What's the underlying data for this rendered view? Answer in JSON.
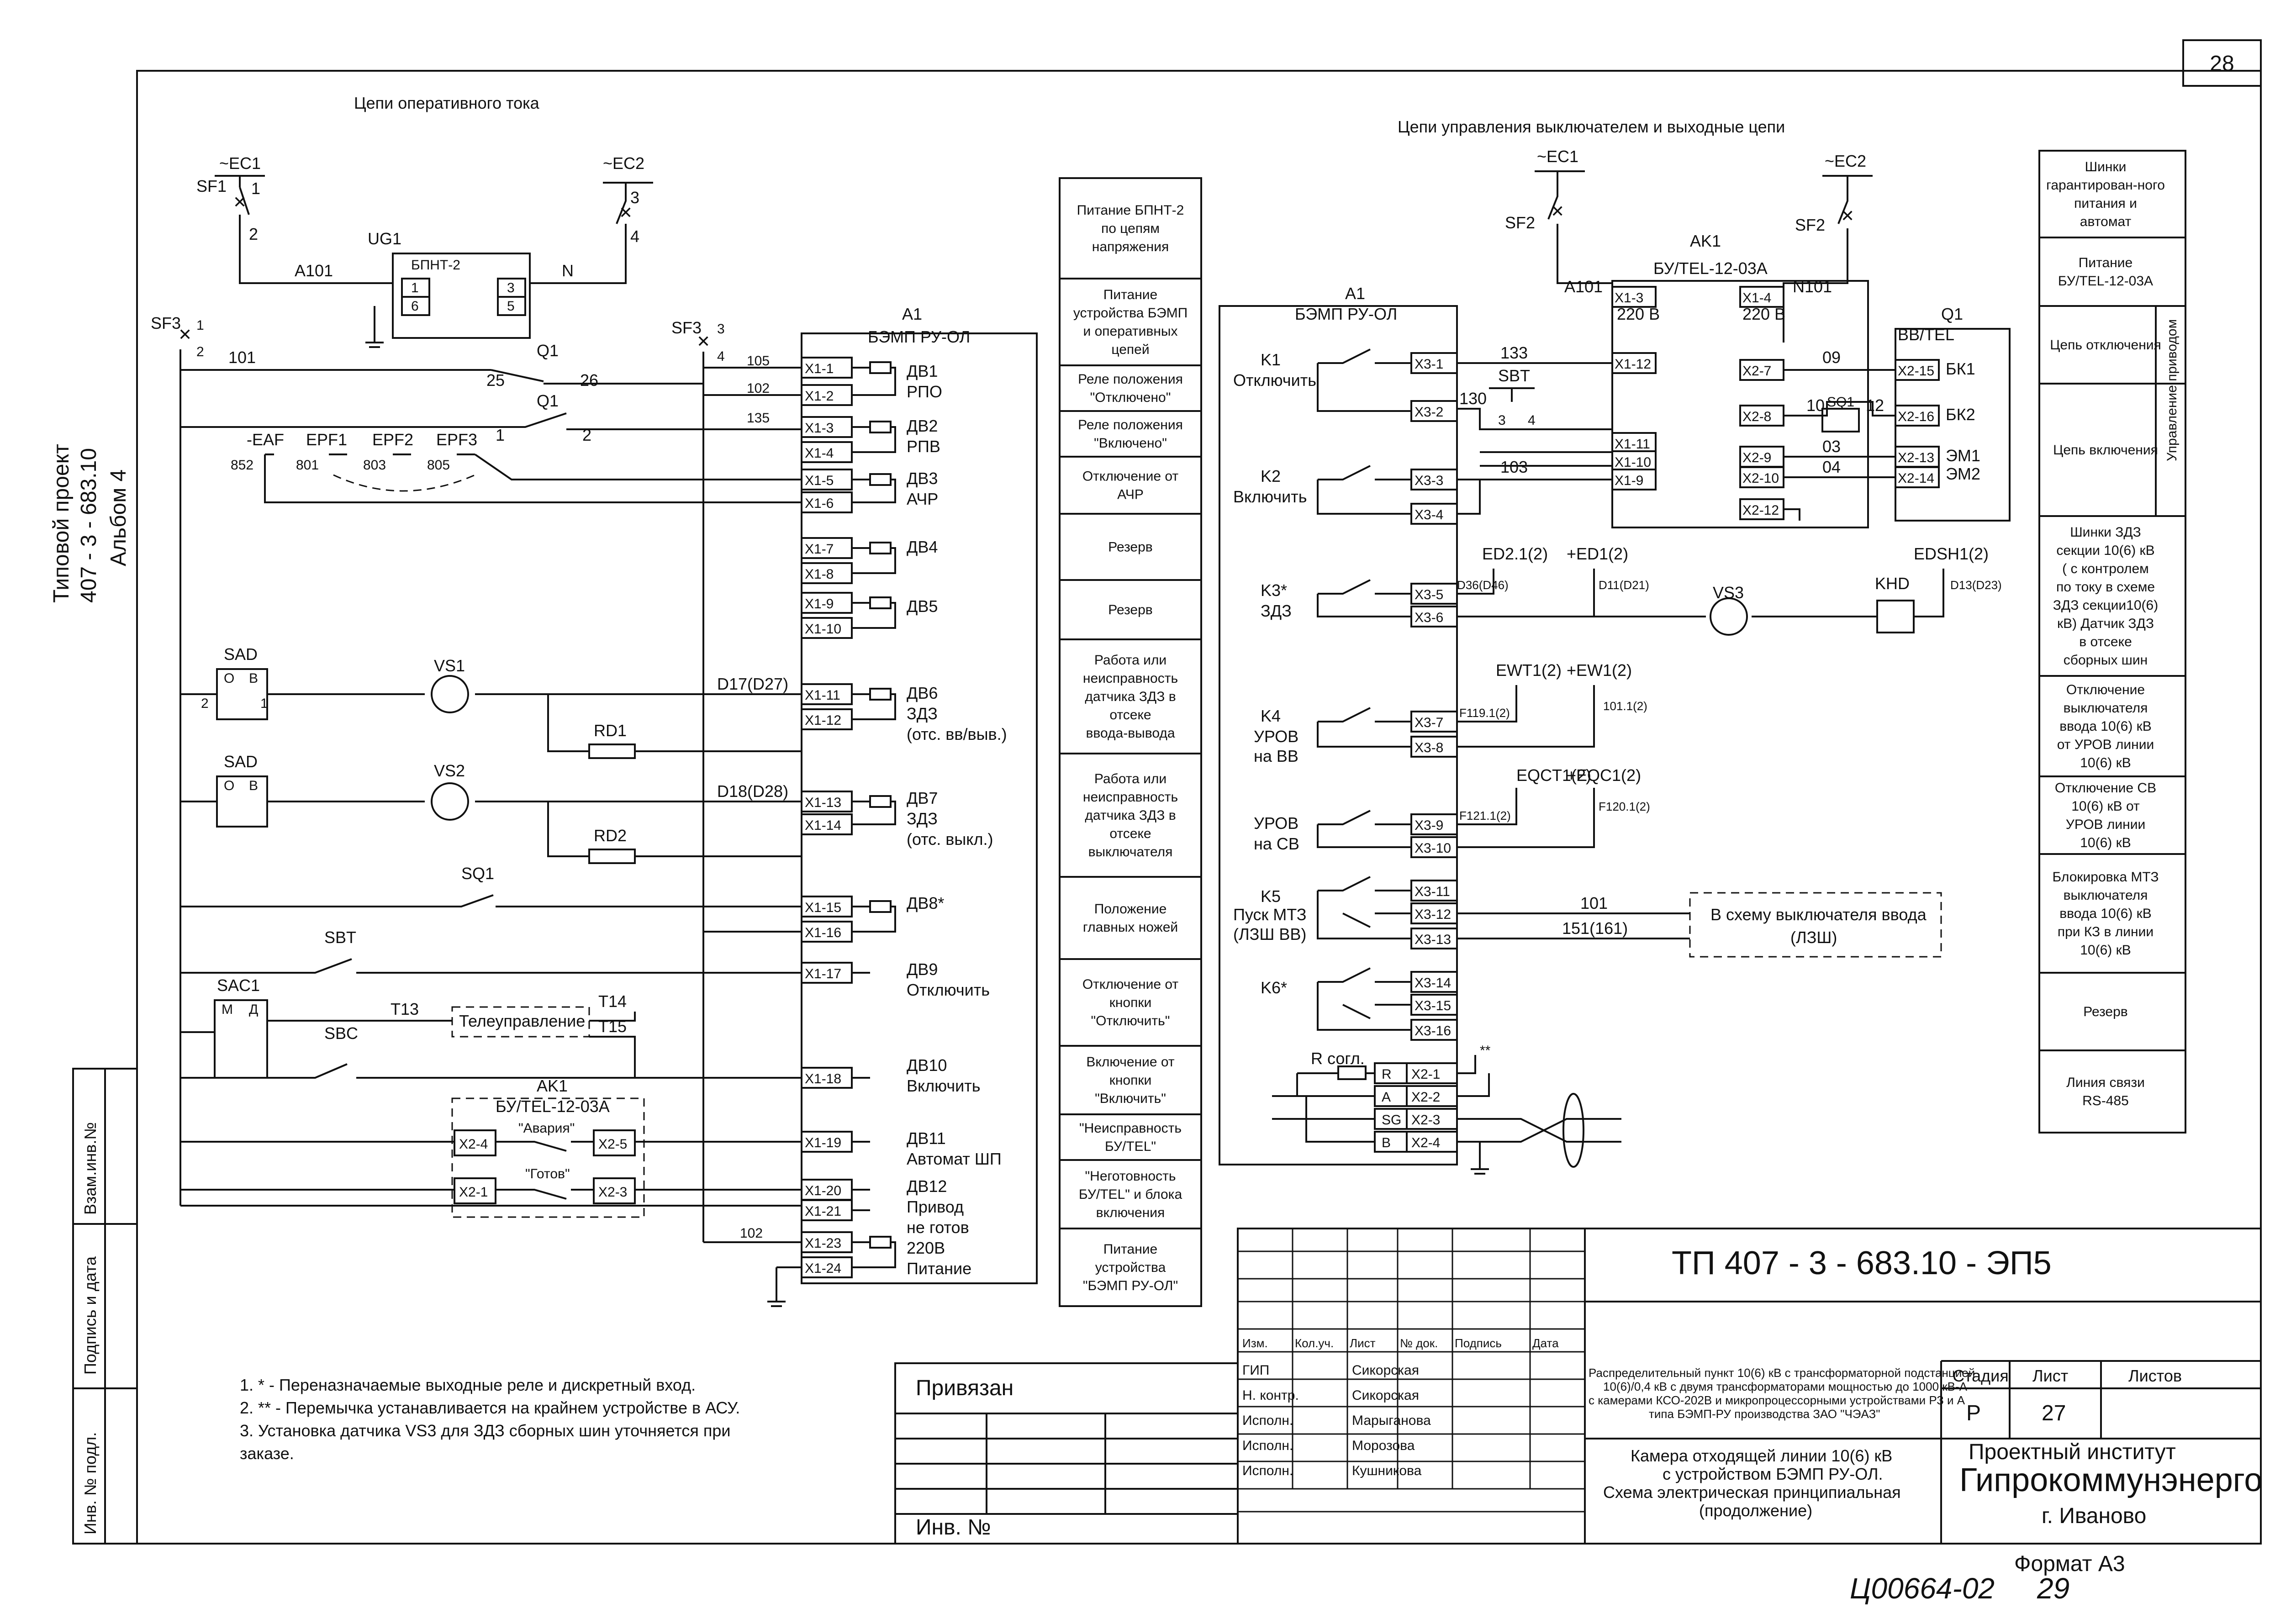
{
  "sheet_number": "28",
  "side_stamp": {
    "line1": "Типовой проект",
    "line2": "407 - 3 - 683.10",
    "line3": "Альбом 4"
  },
  "section_titles": {
    "left": "Цепи оперативного тока",
    "right": "Цепи управления выключателем и выходные цепи"
  },
  "left_circuit": {
    "ec1": "~EC1",
    "ec2": "~EC2",
    "sf1": "SF1",
    "sf3": "SF3",
    "ug1": "UG1",
    "bpnt": "БПНТ-2",
    "a101": "A101",
    "n": "N",
    "w101": "101",
    "q1": "Q1",
    "n25": "25",
    "n26": "26",
    "n1": "1",
    "n2": "2",
    "n3": "3",
    "n4": "4",
    "n5": "5",
    "n6": "6",
    "eaf": "-EAF",
    "epf1": "EPF1",
    "epf2": "EPF2",
    "epf3": "EPF3",
    "n852": "852",
    "n801": "801",
    "n803": "803",
    "n805": "805",
    "w105": "105",
    "w102": "102",
    "w135": "135",
    "sad": "SAD",
    "sad_o": "O",
    "sad_b": "B",
    "vs1": "VS1",
    "vs2": "VS2",
    "rd1": "RD1",
    "rd2": "RD2",
    "d17": "D17(D27)",
    "d18": "D18(D28)",
    "sq1": "SQ1",
    "sbt": "SBT",
    "sbc": "SBC",
    "sac1": "SAC1",
    "sac_m": "М",
    "sac_d": "Д",
    "t13": "T13",
    "t14": "T14",
    "t15": "T15",
    "teleupr": "Телеуправление",
    "ak1": "AK1",
    "butel": "БУ/TEL-12-03A",
    "x24": "X2-4",
    "x25": "X2-5",
    "x21": "X2-1",
    "x23": "X2-3",
    "avaria": "\"Авария\"",
    "gotov": "\"Готов\"",
    "w102b": "102"
  },
  "a1_left": {
    "title": "A1",
    "subtitle": "БЭМП РУ-ОЛ",
    "terminals": [
      "X1-1",
      "X1-2",
      "X1-3",
      "X1-4",
      "X1-5",
      "X1-6",
      "X1-7",
      "X1-8",
      "X1-9",
      "X1-10",
      "X1-11",
      "X1-12",
      "X1-13",
      "X1-14",
      "X1-15",
      "X1-16",
      "X1-17",
      "X1-18",
      "X1-19",
      "X1-20",
      "X1-21",
      "X1-23",
      "X1-24"
    ],
    "labels": [
      "ДВ1",
      "РПО",
      "ДВ2",
      "РПВ",
      "ДВ3",
      "АЧР",
      "ДВ4",
      "ДВ5",
      "ДВ6",
      "ЗДЗ",
      "(отс. вв/выв.)",
      "ДВ7",
      "ЗДЗ",
      "(отс. выкл.)",
      "ДВ8*",
      "ДВ9",
      "Отключить",
      "ДВ10",
      "Включить",
      "ДВ11",
      "Автомат ШП",
      "ДВ12",
      "Привод",
      "не готов",
      "220В",
      "Питание"
    ]
  },
  "middle_table": [
    "Питание БПНТ-2 по цепям напряжения",
    "Питание устройства БЭМП и оперативных цепей",
    "Реле положения \"Отключено\"",
    "Реле положения \"Включено\"",
    "Отключение от АЧР",
    "Резерв",
    "Резерв",
    "Работа или неисправность датчика ЗДЗ в отсеке ввода-вывода",
    "Работа или неисправность датчика ЗДЗ в отсеке выключателя",
    "Положение главных ножей",
    "Отключение от кнопки \"Отключить\"",
    "Включение от кнопки \"Включить\"",
    "\"Неисправность БУ/TEL\"",
    "\"Неготовность БУ/TEL\" и блока включения",
    "Питание устройства \"БЭМП РУ-ОЛ\""
  ],
  "right_circuit": {
    "ec1": "~EC1",
    "ec2": "~EC2",
    "sf2": "SF2",
    "a1": "A1",
    "a1sub": "БЭМП РУ-ОЛ",
    "k1": "K1",
    "k1l": "Отключить",
    "k2": "K2",
    "k2l": "Включить",
    "k3": "K3*",
    "k3l": "ЗДЗ",
    "k4": "K4",
    "k4l1": "УРОВ",
    "k4l2": "на ВВ",
    "urov_sv1": "УРОВ",
    "urov_sv2": "на СВ",
    "k5": "K5",
    "k5l1": "Пуск МТЗ",
    "k5l2": "(ЛЗШ ВВ)",
    "k6": "K6*",
    "x3": [
      "X3-1",
      "X3-2",
      "X3-3",
      "X3-4",
      "X3-5",
      "X3-6",
      "X3-7",
      "X3-8",
      "X3-9",
      "X3-10",
      "X3-11",
      "X3-12",
      "X3-13",
      "X3-14",
      "X3-15",
      "X3-16"
    ],
    "x2": [
      "X2-1",
      "X2-2",
      "X2-3",
      "X2-4"
    ],
    "rab": [
      "R",
      "A",
      "SG",
      "B"
    ],
    "rsogl": "R согл.",
    "stars": "**",
    "w133": "133",
    "w130": "130",
    "w103": "103",
    "sbt": "SBT",
    "n3": "3",
    "n4": "4",
    "ak1": "AK1",
    "ak1sub": "БУ/TEL-12-03A",
    "x13": "X1-3",
    "x14": "X1-4",
    "v220a": "220 В",
    "v220b": "220 В",
    "a101": "A101",
    "n101": "N101",
    "x112": "X1-12",
    "x111": "X1-11",
    "x110": "X1-10",
    "x19": "X1-9",
    "x27": "X2-7",
    "x28": "X2-8",
    "x29": "X2-9",
    "x210": "X2-10",
    "x212": "X2-12",
    "w09": "09",
    "w10": "10",
    "sq1": "SQ1",
    "w12": "12",
    "w03": "03",
    "w04": "04",
    "q1": "Q1",
    "vvtel": "BB/TEL",
    "x215": "X2-15",
    "x216": "X2-16",
    "x213": "X2-13",
    "x214": "X2-14",
    "bk1": "БК1",
    "bk2": "БК2",
    "em1": "ЭМ1",
    "em2": "ЭМ2",
    "ed21": "ED2.1(2)",
    "ed1": "+ED1(2)",
    "edsh1": "EDSH1(2)",
    "d36": "D36(D46)",
    "d11": "D11(D21)",
    "d13": "D13(D23)",
    "vs3": "VS3",
    "khd": "KHD",
    "ewt1": "EWT1(2)",
    "ew1": "+EW1(2)",
    "f1191": "F119.1(2)",
    "w1011": "101.1(2)",
    "eqct1": "EQCT1(2)",
    "eqc1": "+EQC1(2)",
    "f1211": "F121.1(2)",
    "f1201": "F120.1(2)",
    "w101": "101",
    "w151": "151(161)",
    "lzsh1": "В схему выключателя ввода",
    "lzsh2": "(ЛЗШ)"
  },
  "right_table": [
    "Шинки гарантирован-ного питания и автомат",
    "Питание БУ/TEL-12-03A",
    "Цепь отключения",
    "Цепь включения",
    "Шинки ЗДЗ секции 10(6) кВ ( с контролем по току в схеме ЗДЗ секции10(6) кВ) Датчик ЗДЗ в отсеке сборных шин",
    "Отключение выключателя ввода 10(6) кВ от УРОВ линии 10(6) кВ",
    "Отключение СВ 10(6) кВ от УРОВ линии 10(6) кВ",
    "Блокировка МТЗ выключателя ввода 10(6) кВ при КЗ в линии 10(6) кВ",
    "Резерв",
    "Линия связи RS-485"
  ],
  "right_table_side": "Управление приводом",
  "notes": [
    "1.  * - Переназначаемые выходные реле и дискретный вход.",
    "2.  ** - Перемычка устанавливается на крайнем устройстве в АСУ.",
    "3.  Установка датчика VS3 для ЗДЗ сборных шин уточняется    при",
    "заказе."
  ],
  "left_margin_labels": [
    "Взам.инв.№",
    "Подпись и дата",
    "Инв. № подл."
  ],
  "title_block": {
    "doc_code": "ТП  407 - 3 - 683.10 - ЭП5",
    "privyazan": "Привязан",
    "inv": "Инв. №",
    "headers": [
      "Изм.",
      "Кол.уч.",
      "Лист",
      "№ док.",
      "Подпись",
      "Дата"
    ],
    "roles": [
      "ГИП",
      "Н. контр.",
      "Исполн.",
      "Исполн.",
      "Исполн."
    ],
    "names": [
      "Сикорская",
      "Сикорская",
      "Марыганова",
      "Морозова",
      "Кушникова"
    ],
    "description": [
      "Распределительный пункт 10(6) кВ с трансформаторной подстанцией",
      "10(6)/0,4 кВ с двумя трансформаторами мощностью до 1000 кВ-А",
      "с камерами КСО-202В и микропроцессорными устройствами РЗ и А",
      "типа БЭМП-РУ производства ЗАО \"ЧЭАЗ\""
    ],
    "sheet_title": [
      "Камера отходящей линии 10(6) кВ",
      "с устройством БЭМП РУ-ОЛ.",
      "Схема электрическая принципиальная",
      "(продолжение)"
    ],
    "stage_label": "Стадия",
    "sheet_label": "Лист",
    "sheets_label": "Листов",
    "stage": "Р",
    "sheet": "27",
    "org": [
      "Проектный институт",
      "Гипрокоммунэнерго",
      "г. Иваново"
    ]
  },
  "format": "Формат A3",
  "archive_number": "Ц00664-02",
  "handwritten_page": "29"
}
